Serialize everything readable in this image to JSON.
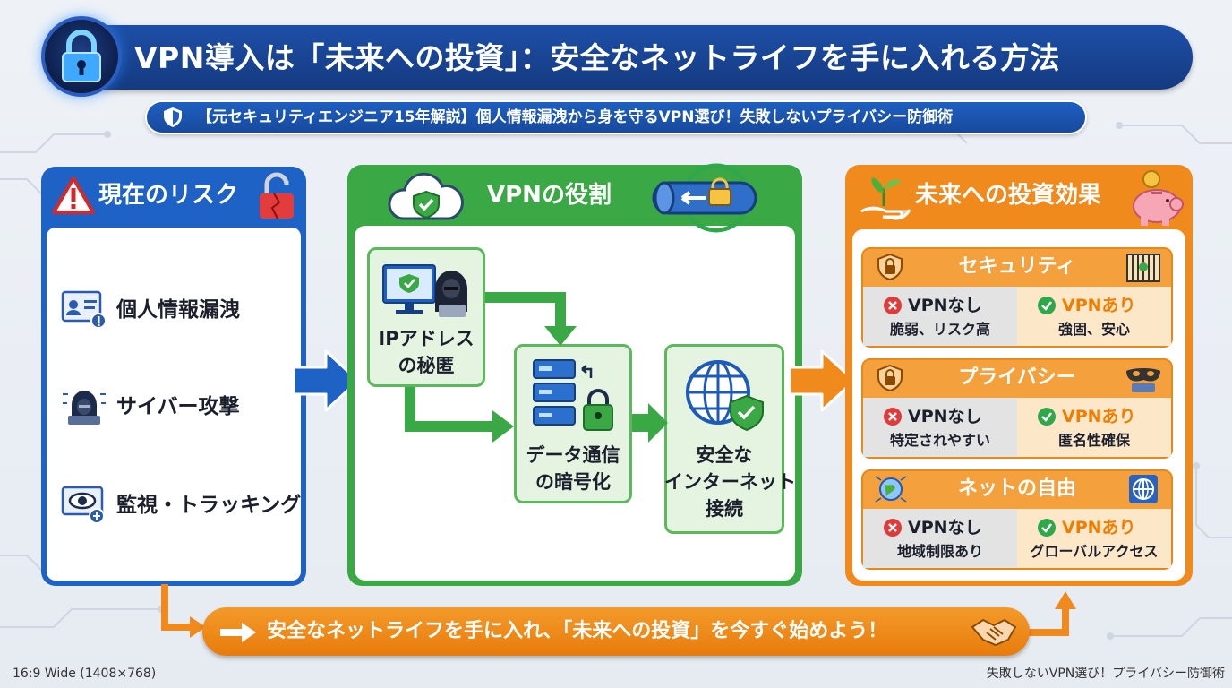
{
  "header": {
    "title": "VPN導入は「未来への投資」：安全なネットライフを手に入れる方法",
    "subtitle": "【元セキュリティエンジニア15年解説】個人情報漏洩から身を守るVPN選び！失敗しないプライバシー防御術"
  },
  "risk_panel": {
    "title": "現在のリスク",
    "items": [
      {
        "label": "個人情報漏洩",
        "icon": "id-card-icon"
      },
      {
        "label": "サイバー攻撃",
        "icon": "hacker-icon"
      },
      {
        "label": "監視・トラッキング",
        "icon": "eye-icon"
      }
    ]
  },
  "vpn_panel": {
    "title": "VPNの役割",
    "steps": [
      {
        "label_line1": "IPアドレス",
        "label_line2": "の秘匿"
      },
      {
        "label_line1": "データ通信",
        "label_line2": "の暗号化"
      },
      {
        "label_line1": "安全な",
        "label_line2": "インターネット",
        "label_line3": "接続"
      }
    ]
  },
  "effect_panel": {
    "title": "未来への投資効果",
    "cards": [
      {
        "heading": "セキュリティ",
        "no_label": "VPNなし",
        "no_text": "脆弱、リスク高",
        "yes_label": "VPNあり",
        "yes_text": "強固、安心"
      },
      {
        "heading": "プライバシー",
        "no_label": "VPNなし",
        "no_text": "特定されやすい",
        "yes_label": "VPNあり",
        "yes_text": "匿名性確保"
      },
      {
        "heading": "ネットの自由",
        "no_label": "VPNなし",
        "no_text": "地域制限あり",
        "yes_label": "VPNあり",
        "yes_text": "グローバルアクセス"
      }
    ]
  },
  "cta": {
    "text": "安全なネットライフを手に入れ、「未来への投資」を今すぐ始めよう！"
  },
  "footer": {
    "left": "16:9 Wide (1408×768)",
    "right": "失敗しないVPN選び！プライバシー防御術"
  },
  "colors": {
    "header_blue": "#1d4fa8",
    "risk_blue": "#1e62c6",
    "vpn_green": "#3aa845",
    "effect_orange": "#f18a1c",
    "no_red": "#e03b3b",
    "yes_green": "#2fa84a"
  }
}
